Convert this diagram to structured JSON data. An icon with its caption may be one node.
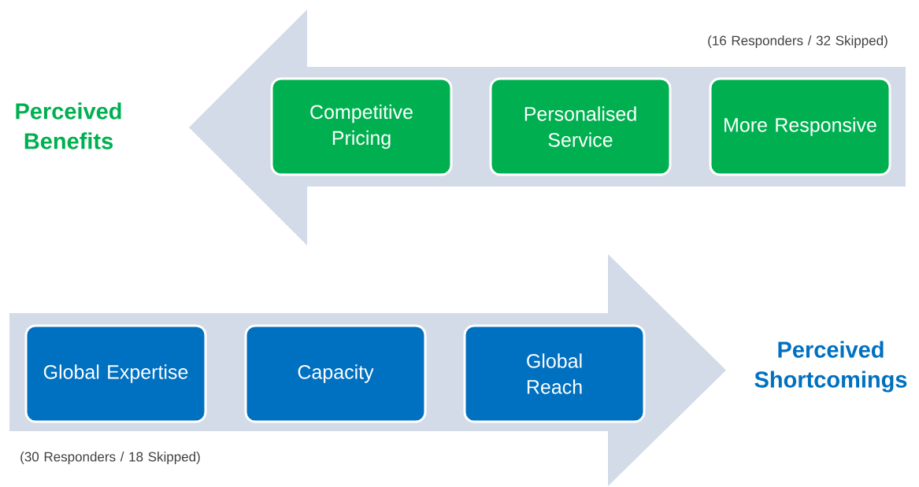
{
  "diagram": {
    "nodes": [
      {
        "text": [],
        "shape": "arrow"
      },
      {
        "text": [
          "Competitive Pricing"
        ],
        "in": 0
      },
      {
        "text": [
          "Personalised Service"
        ],
        "in": 0
      },
      {
        "text": [
          "More Responsive"
        ],
        "in": 0
      },
      {
        "text": [],
        "shape": "arrow"
      },
      {
        "text": [
          "Global Expertise"
        ],
        "in": 4
      },
      {
        "text": [
          "Capacity"
        ],
        "in": 4
      },
      {
        "text": [
          "Global Reach"
        ],
        "in": 4
      }
    ],
    "labels": [
      "(16 Responders / 32 Skipped)",
      "Perceived Benefits",
      "Perceived Shortcomings",
      "(30 Responders / 18 Skipped)"
    ]
  }
}
